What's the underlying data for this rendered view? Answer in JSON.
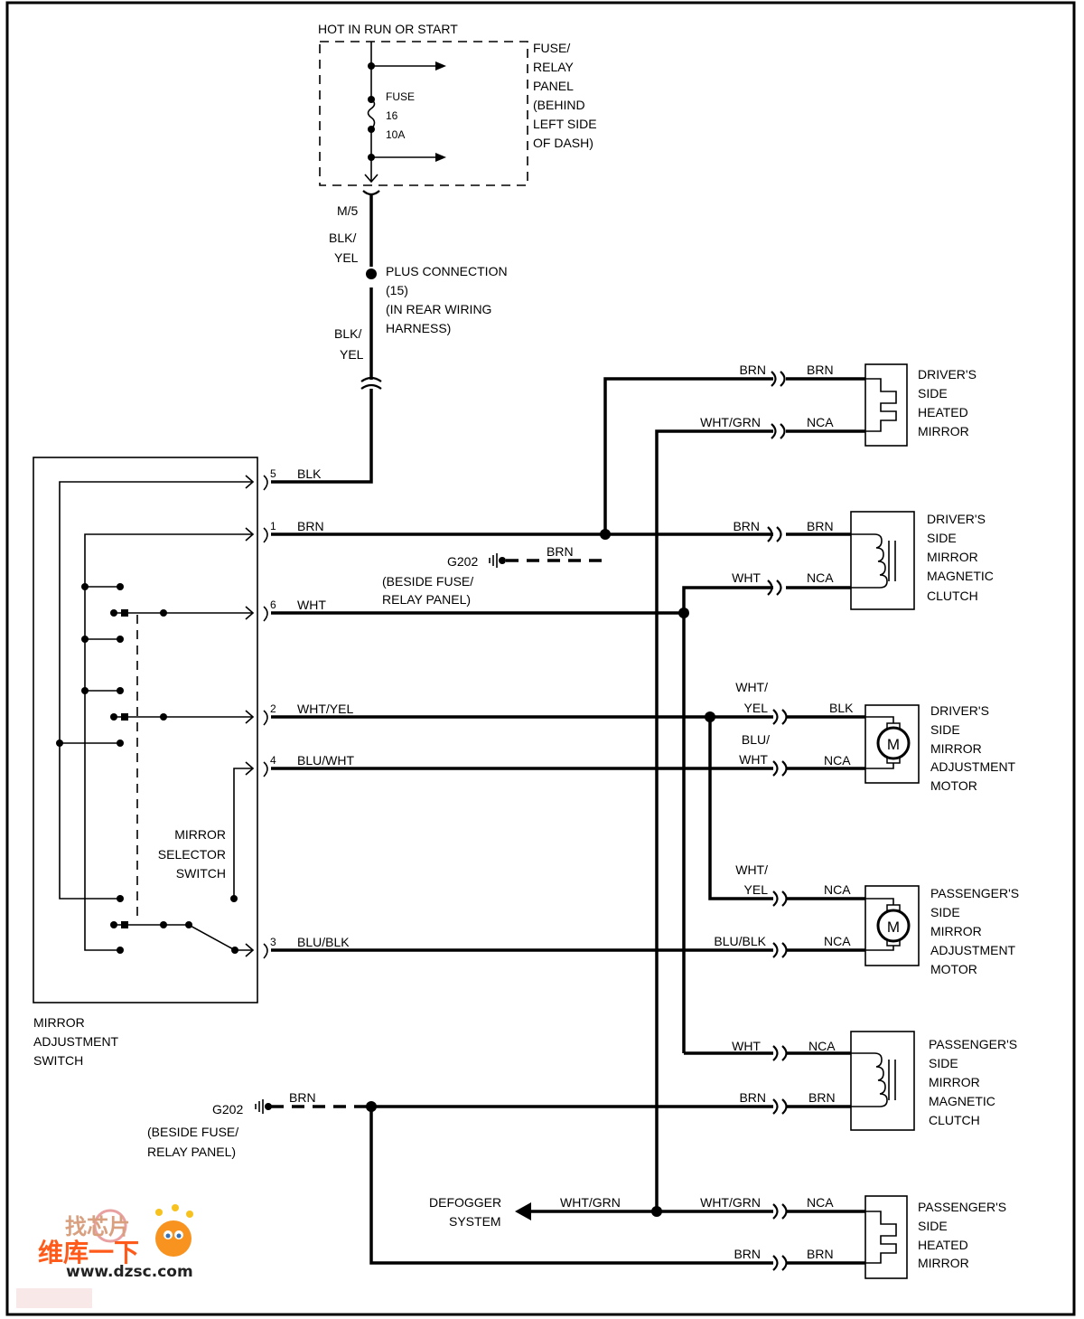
{
  "source": {
    "label": "HOT IN RUN OR START"
  },
  "fuse_panel": {
    "lines": [
      "FUSE/",
      "RELAY",
      "PANEL",
      "(BEHIND",
      "LEFT SIDE",
      "OF DASH)"
    ],
    "fuse": [
      "FUSE",
      "16",
      "10A"
    ]
  },
  "connector_m5": "M/5",
  "wire_upper": [
    "BLK/",
    "YEL"
  ],
  "plus_connection": [
    "PLUS CONNECTION",
    "(15)",
    "(IN REAR WIRING",
    "HARNESS)"
  ],
  "wire_lower": [
    "BLK/",
    "YEL"
  ],
  "switch": {
    "pins": [
      {
        "pin": "5",
        "color": "BLK"
      },
      {
        "pin": "1",
        "color": "BRN"
      },
      {
        "pin": "6",
        "color": "WHT"
      },
      {
        "pin": "2",
        "color": "WHT/YEL"
      },
      {
        "pin": "4",
        "color": "BLU/WHT"
      },
      {
        "pin": "3",
        "color": "BLU/BLK"
      }
    ],
    "selector_label": [
      "MIRROR",
      "SELECTOR",
      "SWITCH"
    ],
    "name": [
      "MIRROR",
      "ADJUSTMENT",
      "SWITCH"
    ]
  },
  "ground_upper": {
    "id": "G202",
    "wire": "BRN",
    "location": [
      "(BESIDE FUSE/",
      "RELAY PANEL)"
    ]
  },
  "ground_lower": {
    "id": "G202",
    "wire": "BRN",
    "location": [
      "(BESIDE FUSE/",
      "RELAY PANEL)"
    ]
  },
  "harness": [
    {
      "left": [
        "BRN"
      ],
      "right": "BRN"
    },
    {
      "left": [
        "WHT/GRN"
      ],
      "right": "NCA"
    },
    {
      "left": [
        "BRN"
      ],
      "right": "BRN"
    },
    {
      "left": [
        "WHT"
      ],
      "right": "NCA"
    },
    {
      "left": [
        "WHT/",
        "YEL"
      ],
      "right": "BLK"
    },
    {
      "left": [
        "BLU/",
        "WHT"
      ],
      "right": "NCA"
    },
    {
      "left": [
        "WHT/",
        "YEL"
      ],
      "right": "NCA"
    },
    {
      "left": [
        "BLU/BLK"
      ],
      "right": "NCA"
    },
    {
      "left": [
        "WHT"
      ],
      "right": "NCA"
    },
    {
      "left": [
        "BRN"
      ],
      "right": "BRN"
    },
    {
      "left": [
        "WHT/GRN"
      ],
      "right": "NCA"
    },
    {
      "left": [
        "BRN"
      ],
      "right": "BRN"
    }
  ],
  "components": [
    {
      "label": [
        "DRIVER'S",
        "SIDE",
        "HEATED",
        "MIRROR"
      ],
      "icon": "heater-icon"
    },
    {
      "label": [
        "DRIVER'S",
        "SIDE",
        "MIRROR",
        "MAGNETIC",
        "CLUTCH"
      ],
      "icon": "coil-icon"
    },
    {
      "label": [
        "DRIVER'S",
        "SIDE",
        "MIRROR",
        "ADJUSTMENT",
        "MOTOR"
      ],
      "icon": "motor-icon",
      "symbol": "M"
    },
    {
      "label": [
        "PASSENGER'S",
        "SIDE",
        "MIRROR",
        "ADJUSTMENT",
        "MOTOR"
      ],
      "icon": "motor-icon",
      "symbol": "M"
    },
    {
      "label": [
        "PASSENGER'S",
        "SIDE",
        "MIRROR",
        "MAGNETIC",
        "CLUTCH"
      ],
      "icon": "coil-icon"
    },
    {
      "label": [
        "PASSENGER'S",
        "SIDE",
        "HEATED",
        "MIRROR"
      ],
      "icon": "heater-icon"
    }
  ],
  "defogger": {
    "label": [
      "DEFOGGER",
      "SYSTEM"
    ],
    "wire": "WHT/GRN"
  },
  "logo": {
    "top": "找芯片",
    "middle": "维库一下",
    "url": "www.dzsc.com"
  },
  "colors": {
    "line": "#000000",
    "background": "#ffffff",
    "logo_orange": "#ff5a1a"
  }
}
